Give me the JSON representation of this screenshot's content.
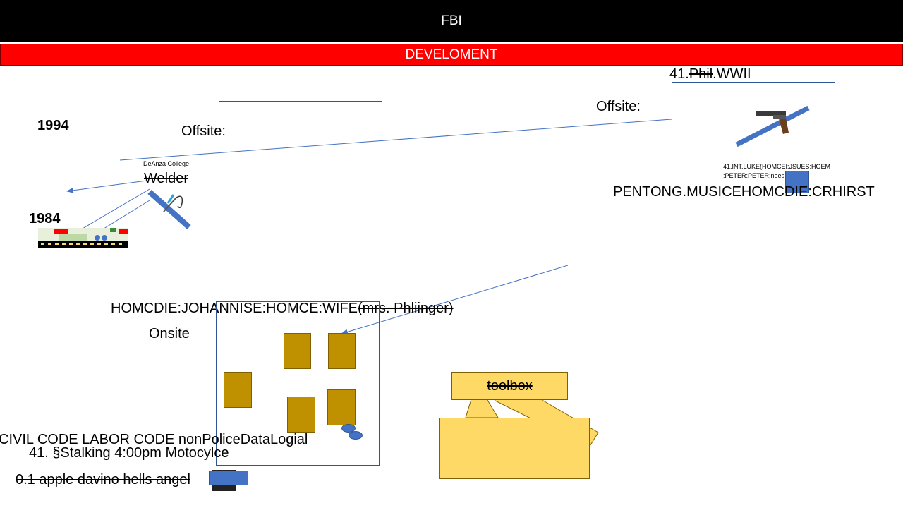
{
  "header": {
    "title": "FBI"
  },
  "banner": {
    "title": "DEVELOMENT"
  },
  "left": {
    "year_top": "1994",
    "year_bottom": "1984",
    "college": "DeAnza College",
    "job": "Welder"
  },
  "offsite_left": {
    "label": "Offsite:"
  },
  "offsite_right": {
    "label": "Offsite:",
    "heading_prefix": "41.",
    "heading_struck": "Phil",
    "heading_suffix": ".WWII",
    "note_line1": "41.INT.LUKE(HOMCEI:JSUES:HOEM",
    "note_line2_plain": ":PETER:PETER:",
    "note_line2_struck": "nees",
    "caption": "PENTONG.MUSICEHOMCDIE:CRHIRST"
  },
  "onsite": {
    "heading_plain": "HOMCDIE:JOHANNISE:HOMCE:WIFE",
    "heading_struck": "(mrs. Phliinger)",
    "label": "Onsite"
  },
  "bottom": {
    "line1": "CIVIL CODE LABOR CODE nonPoliceDataLogial",
    "line2": "41. §Stalking 4:00pm  Motocylce",
    "line3": "0.1 apple davino hells angel"
  },
  "toolbox": {
    "label": "toolbox"
  },
  "colors": {
    "header_bg": "#000000",
    "banner_bg": "#ff0000",
    "accent_blue": "#4472c4",
    "box_border": "#2f5597",
    "gold": "#bf9000",
    "yellow": "#ffd966"
  }
}
